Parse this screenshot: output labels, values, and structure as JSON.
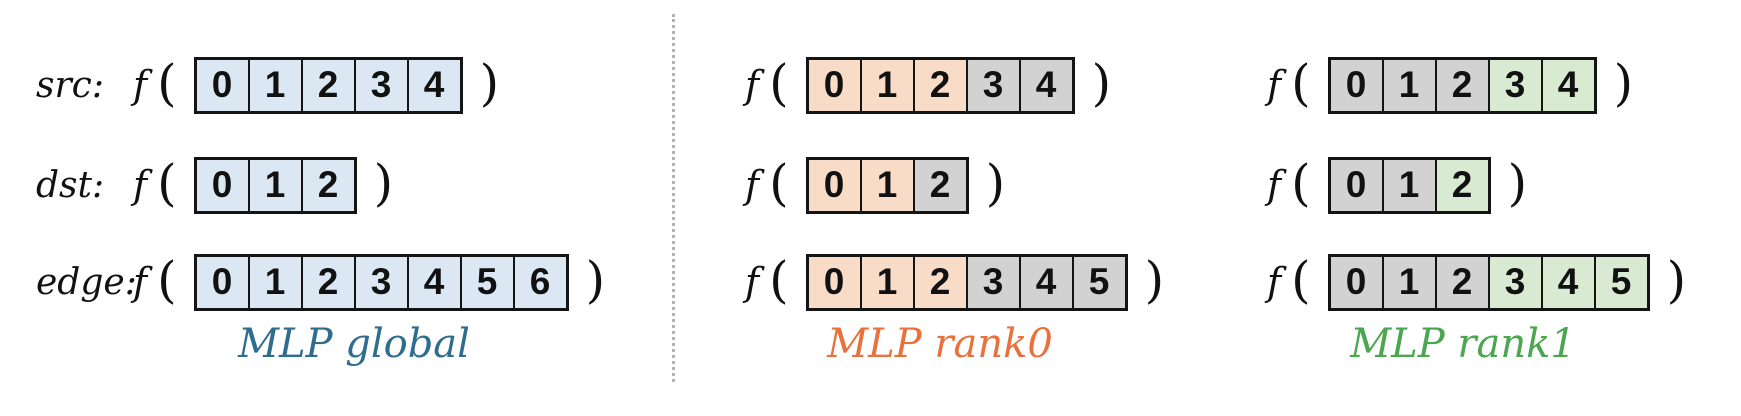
{
  "notation": {
    "symbol": "f",
    "open": "(",
    "close": ")"
  },
  "colors": {
    "blue": "#dbe8f4",
    "orange": "#f8dcc8",
    "gray": "#d2d2d2",
    "green": "#d9ead3",
    "divider": "#b3b3b3",
    "ink": "#141414"
  },
  "columns": [
    {
      "id": "global",
      "label": "MLP global",
      "label_color": "#2e6d8e",
      "rows": [
        {
          "label": "src:",
          "cells": [
            {
              "value": "0",
              "color": "blue"
            },
            {
              "value": "1",
              "color": "blue"
            },
            {
              "value": "2",
              "color": "blue"
            },
            {
              "value": "3",
              "color": "blue"
            },
            {
              "value": "4",
              "color": "blue"
            }
          ]
        },
        {
          "label": "dst:",
          "cells": [
            {
              "value": "0",
              "color": "blue"
            },
            {
              "value": "1",
              "color": "blue"
            },
            {
              "value": "2",
              "color": "blue"
            }
          ]
        },
        {
          "label": "edge:",
          "cells": [
            {
              "value": "0",
              "color": "blue"
            },
            {
              "value": "1",
              "color": "blue"
            },
            {
              "value": "2",
              "color": "blue"
            },
            {
              "value": "3",
              "color": "blue"
            },
            {
              "value": "4",
              "color": "blue"
            },
            {
              "value": "5",
              "color": "blue"
            },
            {
              "value": "6",
              "color": "blue"
            }
          ]
        }
      ]
    },
    {
      "id": "rank0",
      "label": "MLP rank0",
      "label_color": "#e8713d",
      "rows": [
        {
          "label": null,
          "cells": [
            {
              "value": "0",
              "color": "orange"
            },
            {
              "value": "1",
              "color": "orange"
            },
            {
              "value": "2",
              "color": "orange"
            },
            {
              "value": "3",
              "color": "gray"
            },
            {
              "value": "4",
              "color": "gray"
            }
          ]
        },
        {
          "label": null,
          "cells": [
            {
              "value": "0",
              "color": "orange"
            },
            {
              "value": "1",
              "color": "orange"
            },
            {
              "value": "2",
              "color": "gray"
            }
          ]
        },
        {
          "label": null,
          "cells": [
            {
              "value": "0",
              "color": "orange"
            },
            {
              "value": "1",
              "color": "orange"
            },
            {
              "value": "2",
              "color": "orange"
            },
            {
              "value": "3",
              "color": "gray"
            },
            {
              "value": "4",
              "color": "gray"
            },
            {
              "value": "5",
              "color": "gray"
            }
          ]
        }
      ]
    },
    {
      "id": "rank1",
      "label": "MLP rank1",
      "label_color": "#4aa64f",
      "rows": [
        {
          "label": null,
          "cells": [
            {
              "value": "0",
              "color": "gray"
            },
            {
              "value": "1",
              "color": "gray"
            },
            {
              "value": "2",
              "color": "gray"
            },
            {
              "value": "3",
              "color": "green"
            },
            {
              "value": "4",
              "color": "green"
            }
          ]
        },
        {
          "label": null,
          "cells": [
            {
              "value": "0",
              "color": "gray"
            },
            {
              "value": "1",
              "color": "gray"
            },
            {
              "value": "2",
              "color": "green"
            }
          ]
        },
        {
          "label": null,
          "cells": [
            {
              "value": "0",
              "color": "gray"
            },
            {
              "value": "1",
              "color": "gray"
            },
            {
              "value": "2",
              "color": "gray"
            },
            {
              "value": "3",
              "color": "green"
            },
            {
              "value": "4",
              "color": "green"
            },
            {
              "value": "5",
              "color": "green"
            }
          ]
        }
      ]
    }
  ]
}
